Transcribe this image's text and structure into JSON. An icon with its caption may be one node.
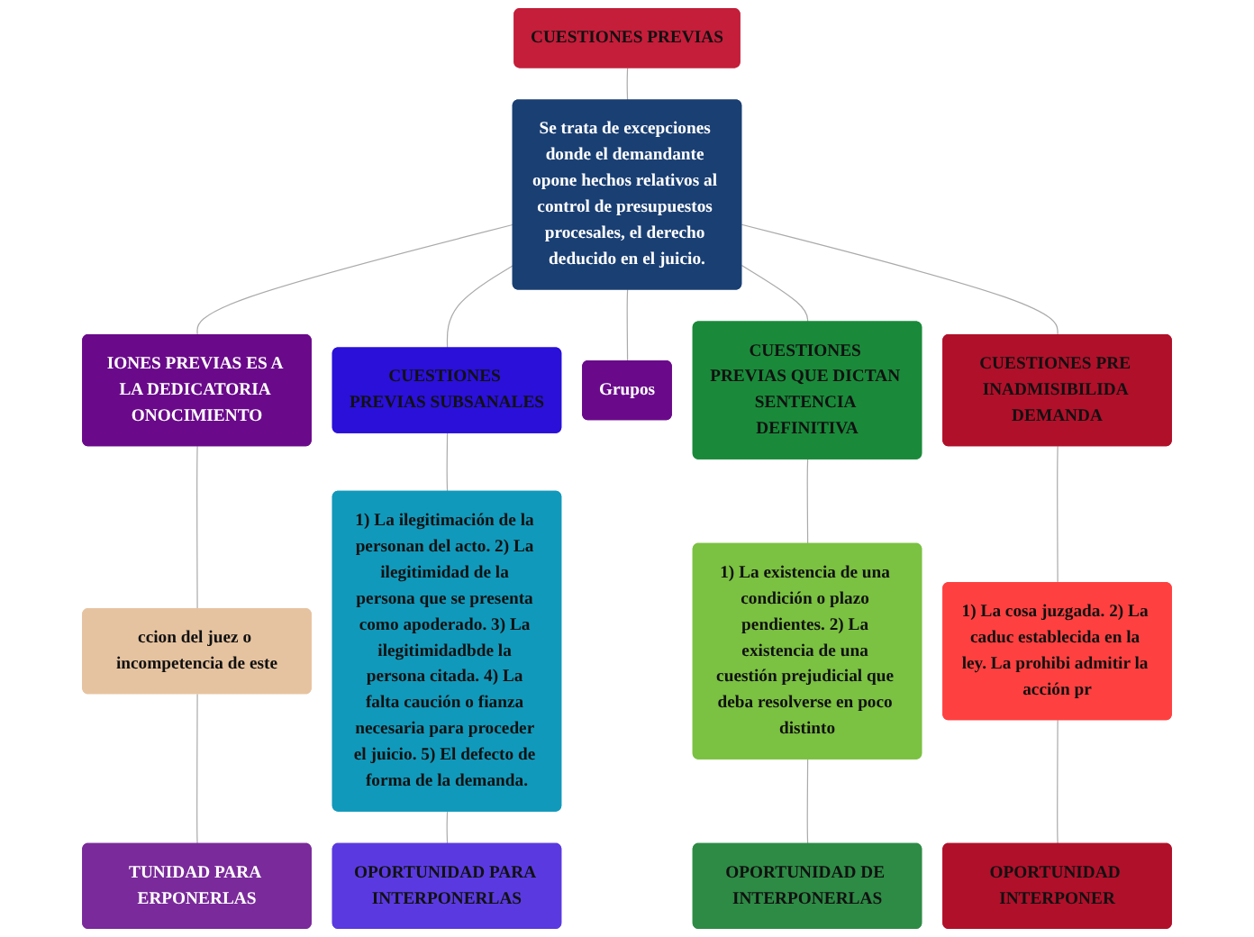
{
  "diagram": {
    "nodes": [
      {
        "text": [
          "CUESTIONES PREVIAS"
        ]
      },
      {
        "text": [
          "Se trata de excepciones donde el demandante opone hechos relativos al control de presupuestos procesales, el derecho deducido en el juicio."
        ]
      },
      {
        "text": [
          "IONES PREVIAS ES A LA DEDICATORIA ONOCIMIENTO"
        ]
      },
      {
        "text": [
          "ccion del juez o incompetencia de este"
        ]
      },
      {
        "text": [
          "TUNIDAD PARA ERPONERLAS"
        ]
      },
      {
        "text": [
          "CUESTIONES PREVIAS SUBSANALES"
        ]
      },
      {
        "text": [
          "1) La ilegitimación de la personan del acto. 2) La ilegitimidad de la persona que se presenta como apoderado. 3) La ilegitimidadbde la persona citada. 4) La falta caución o fianza necesaria para proceder el juicio. 5) El defecto de forma de la demanda."
        ]
      },
      {
        "text": [
          "OPORTUNIDAD PARA INTERPONERLAS"
        ]
      },
      {
        "text": [
          "Grupos"
        ]
      },
      {
        "text": [
          "CUESTIONES PREVIAS QUE DICTAN SENTENCIA DEFINITIVA"
        ]
      },
      {
        "text": [
          "1) La existencia de una condición o plazo pendientes. 2) La existencia de una cuestión prejudicial que deba resolverse en poco distinto"
        ]
      },
      {
        "text": [
          "OPORTUNIDAD DE INTERPONERLAS"
        ]
      },
      {
        "text": [
          "CUESTIONES PRE INADMISIBILIDA DEMANDA"
        ]
      },
      {
        "text": [
          "1) La cosa juzgada. 2) La caduc establecida en la ley. La prohibi admitir la acción pr"
        ]
      },
      {
        "text": [
          "OPORTUNIDAD INTERPONER"
        ]
      }
    ],
    "edges": [
      {
        "from": 0,
        "to": 1,
        "arrow": "none"
      },
      {
        "from": 1,
        "to": 2,
        "arrow": "none"
      },
      {
        "from": 1,
        "to": 5,
        "arrow": "none"
      },
      {
        "from": 1,
        "to": 8,
        "arrow": "none"
      },
      {
        "from": 1,
        "to": 9,
        "arrow": "none"
      },
      {
        "from": 1,
        "to": 12,
        "arrow": "none"
      },
      {
        "from": 2,
        "to": 3,
        "arrow": "none"
      },
      {
        "from": 3,
        "to": 4,
        "arrow": "none"
      },
      {
        "from": 5,
        "to": 6,
        "arrow": "none"
      },
      {
        "from": 6,
        "to": 7,
        "arrow": "none"
      },
      {
        "from": 9,
        "to": 10,
        "arrow": "none"
      },
      {
        "from": 10,
        "to": 11,
        "arrow": "none"
      },
      {
        "from": 12,
        "to": 13,
        "arrow": "none"
      },
      {
        "from": 13,
        "to": 14,
        "arrow": "none"
      }
    ]
  }
}
